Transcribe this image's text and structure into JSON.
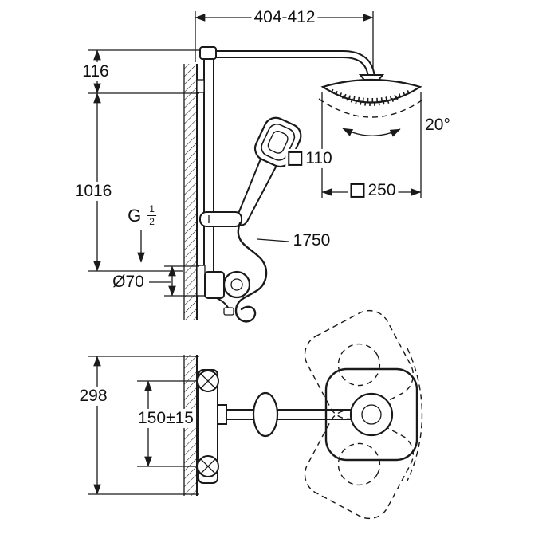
{
  "diagram": {
    "dims": {
      "top_width": "404-412",
      "head_offset": "116",
      "pipe_height": "1016",
      "swivel_angle": "20°",
      "hand_shower_size": "110",
      "head_shower_size": "250",
      "thread_g": "G",
      "thread_num": "1",
      "thread_den": "2",
      "hose_length": "1750",
      "escutcheon_diameter": "Ø70",
      "plan_height": "298",
      "supply_spacing": "150±15"
    },
    "colors": {
      "line": "#1a1a1a",
      "background": "#ffffff"
    }
  }
}
